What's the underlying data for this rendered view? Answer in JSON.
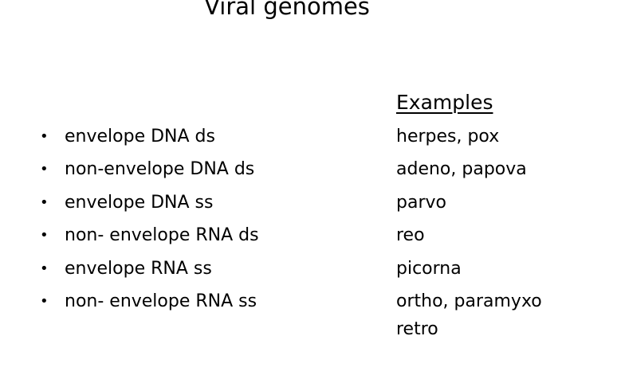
{
  "slide": {
    "title": "Viral genomes",
    "examples_header": "Examples",
    "items": [
      {
        "genome": "envelope DNA ds",
        "example": "herpes, pox"
      },
      {
        "genome": "non-envelope DNA ds",
        "example": "adeno, papova"
      },
      {
        "genome": "envelope DNA ss",
        "example": "parvo"
      },
      {
        "genome": "non- envelope RNA ds",
        "example": "reo"
      },
      {
        "genome": "envelope RNA ss",
        "example": "picorna"
      },
      {
        "genome": "non- envelope RNA ss",
        "example": "ortho, paramyxo"
      }
    ],
    "extra_example": "retro"
  }
}
